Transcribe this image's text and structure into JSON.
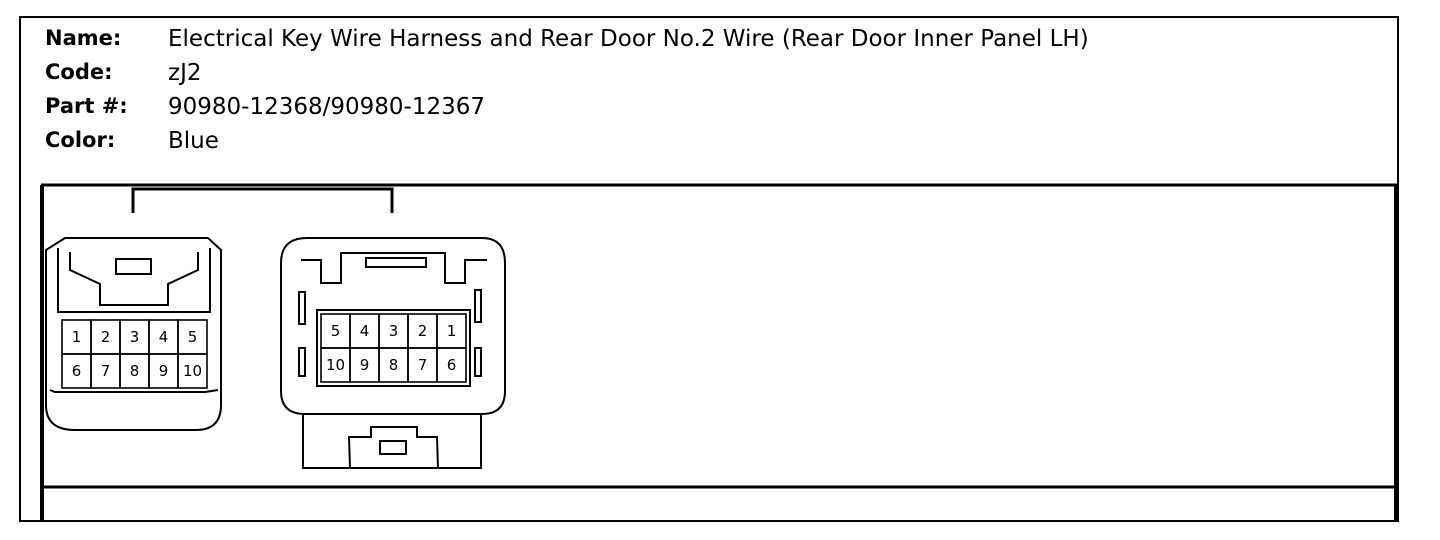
{
  "header": {
    "name_label": "Name:",
    "name_value": "Electrical Key Wire Harness and Rear Door No.2 Wire (Rear Door Inner Panel LH)",
    "code_label": "Code:",
    "code_value": "zJ2",
    "part_label": "Part #:",
    "part_value": "90980-12368/90980-12367",
    "color_label": "Color:",
    "color_value": "Blue"
  },
  "connectors": {
    "left": {
      "pins_top": [
        "1",
        "2",
        "3",
        "4",
        "5"
      ],
      "pins_bottom": [
        "6",
        "7",
        "8",
        "9",
        "10"
      ]
    },
    "right": {
      "pins_top": [
        "5",
        "4",
        "3",
        "2",
        "1"
      ],
      "pins_bottom": [
        "10",
        "9",
        "8",
        "7",
        "6"
      ]
    }
  }
}
